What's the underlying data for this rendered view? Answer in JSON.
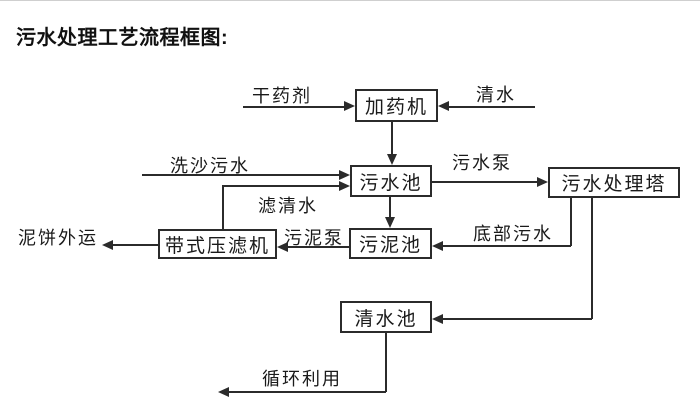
{
  "title": "污水处理工艺流程框图:",
  "diagram": {
    "nodes": {
      "dosing_machine": {
        "label": "加药机"
      },
      "sewage_pool": {
        "label": "污水池"
      },
      "treatment_tower": {
        "label": "污水处理塔"
      },
      "belt_filter_press": {
        "label": "带式压滤机"
      },
      "sludge_pool": {
        "label": "污泥池"
      },
      "clean_water_pool": {
        "label": "清水池"
      }
    },
    "flows": {
      "dry_agent": {
        "label": "干药剂"
      },
      "clean_water_in": {
        "label": "清水"
      },
      "sand_washing_sewage": {
        "label": "洗沙污水"
      },
      "filtered_water": {
        "label": "滤清水"
      },
      "sewage_pump": {
        "label": "污水泵"
      },
      "bottom_sewage": {
        "label": "底部污水"
      },
      "sludge_pump": {
        "label": "污泥泵"
      },
      "mud_cake_out": {
        "label": "泥饼外运"
      },
      "recycle": {
        "label": "循环利用"
      }
    },
    "colors": {
      "line": "#2b2b2b",
      "box_border": "#2b2b2b",
      "text": "#000000",
      "background": "#ffffff"
    }
  }
}
